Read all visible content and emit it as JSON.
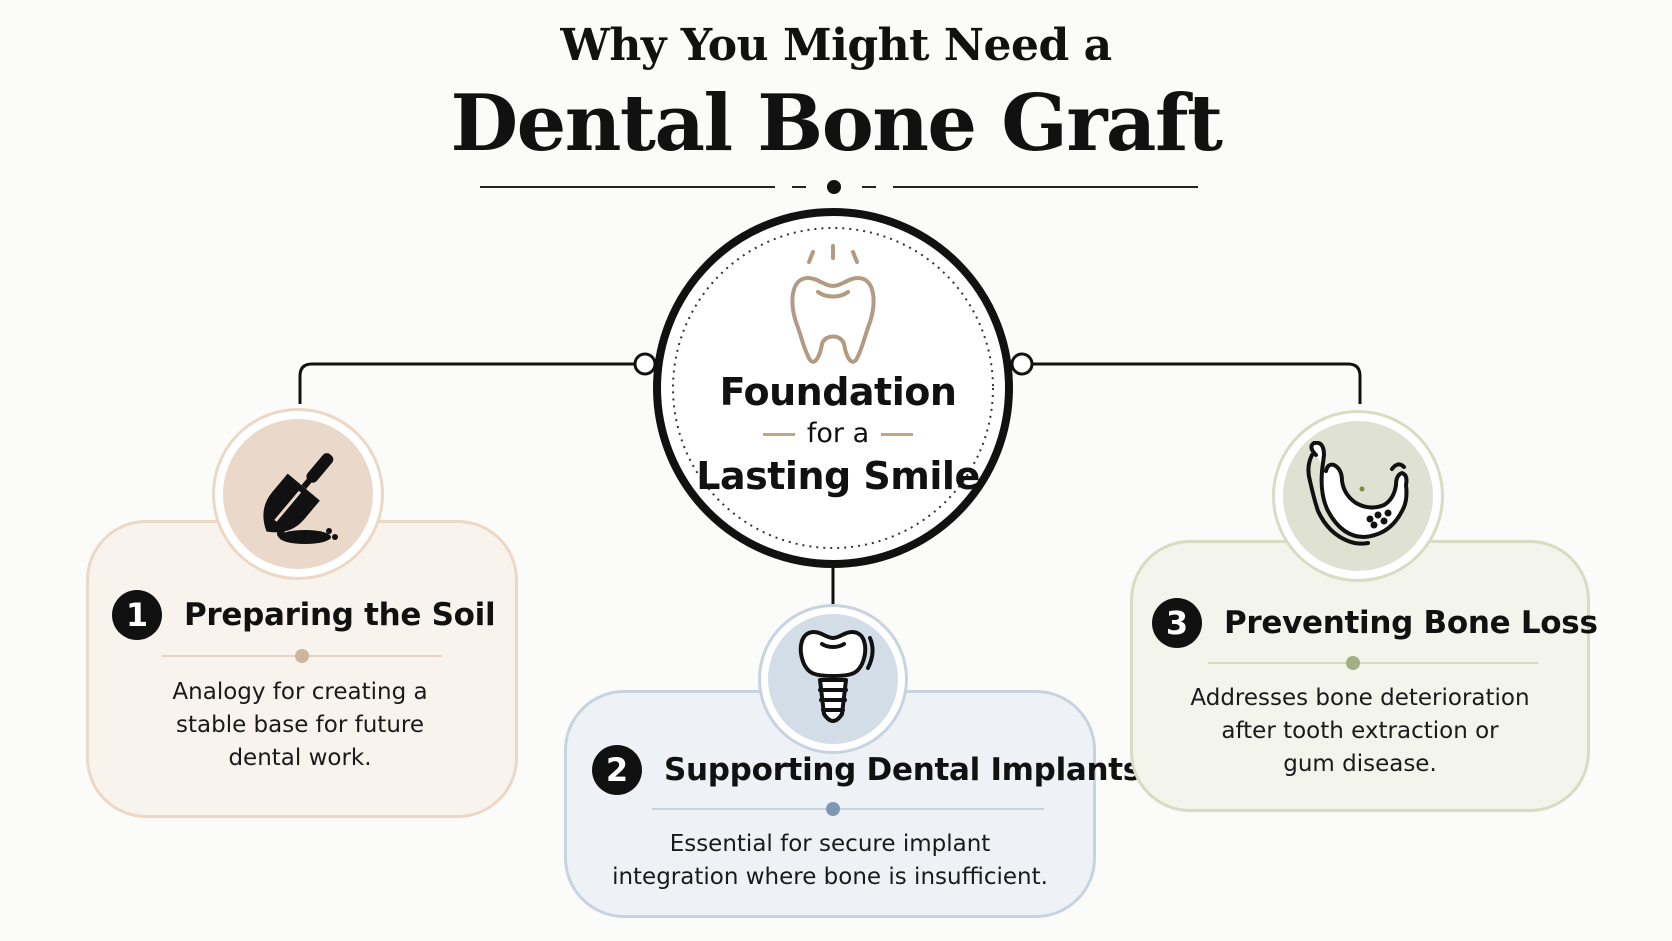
{
  "header": {
    "title_line1": "Why You Might Need a",
    "title_line2": "Dental Bone Graft"
  },
  "center": {
    "line1": "Foundation",
    "line2": "for a",
    "line3": "Lasting Smile",
    "icon": "tooth-icon"
  },
  "cards": [
    {
      "number": "1",
      "title": "Preparing the Soil",
      "description_lines": [
        "Analogy for creating a",
        "stable base for future",
        "dental work."
      ],
      "icon": "trowel-icon",
      "accent": "#ecd8c7"
    },
    {
      "number": "2",
      "title": "Supporting Dental Implants",
      "description_lines": [
        "Essential for secure implant",
        "integration where bone is insufficient."
      ],
      "icon": "dental-implant-icon",
      "accent": "#c8d3e0"
    },
    {
      "number": "3",
      "title": "Preventing Bone Loss",
      "description_lines": [
        "Addresses bone deterioration",
        "after tooth extraction or",
        "gum disease."
      ],
      "icon": "jawbone-icon",
      "accent": "#d7dcc3"
    }
  ]
}
